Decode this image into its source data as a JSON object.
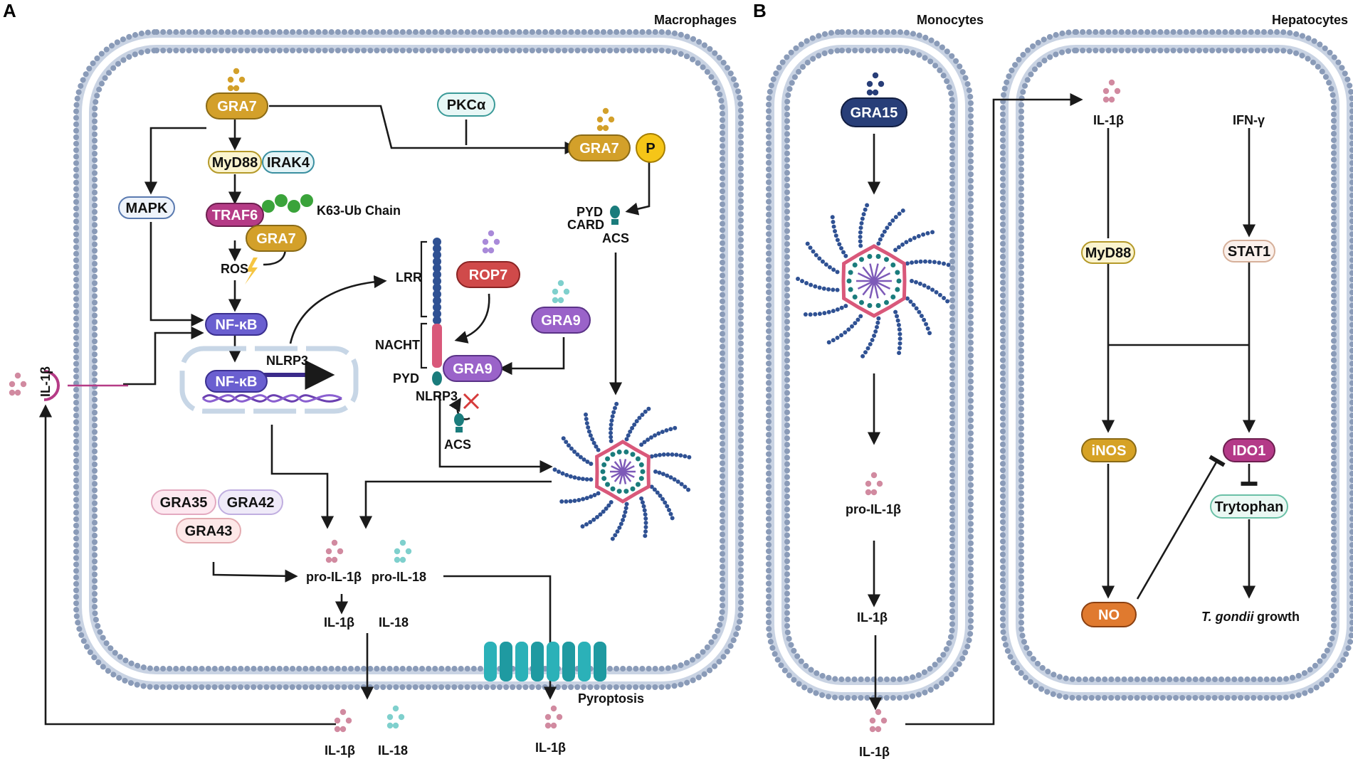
{
  "panels": {
    "a": {
      "letter": "A",
      "cell": "Macrophages"
    },
    "b": {
      "letter": "B",
      "cell_left": "Monocytes",
      "cell_right": "Hepatocytes"
    }
  },
  "nodes": {
    "gra7_top": "GRA7",
    "pkca": "PKCα",
    "gra7_p": "GRA7",
    "phospho": "P",
    "myd88": "MyD88",
    "irak4": "IRAK4",
    "mapk": "MAPK",
    "traf6": "TRAF6",
    "ub": "Ub",
    "k63": "K63-Ub Chain",
    "gra7_bound": "GRA7",
    "ros": "ROS",
    "nfkb_cyto": "NF-κB",
    "nfkb_nuc": "NF-κB",
    "nlrp3_gene": "NLRP3",
    "lrr": "LRR",
    "nacht": "NACHT",
    "pyd_nlrp3": "PYD",
    "nlrp3_label": "NLRP3",
    "rop7": "ROP7",
    "gra9_free": "GRA9",
    "gra9_bound": "GRA9",
    "acs_lower": "ACS",
    "pyd_acs": "PYD",
    "card_acs": "CARD",
    "acs_upper": "ACS",
    "gra35": "GRA35",
    "gra42": "GRA42",
    "gra43": "GRA43",
    "pro_il1b": "pro-IL-1β",
    "pro_il18": "pro-IL-18",
    "il1b_inner": "IL-1β",
    "il18_inner": "IL-18",
    "pyroptosis": "Pyroptosis",
    "il1b_out1": "IL-1β",
    "il18_out": "IL-18",
    "il1b_out2": "IL-1β",
    "il1b_receptor": "IL-1β",
    "gra15": "GRA15",
    "pro_il1b_b": "pro-IL-1β",
    "il1b_b_inner": "IL-1β",
    "il1b_b_out": "IL-1β",
    "il1b_hep": "IL-1β",
    "ifng": "IFN-γ",
    "myd88_hep": "MyD88",
    "stat1": "STAT1",
    "inos": "iNOS",
    "ido1": "IDO1",
    "tryptophan": "Trytophan",
    "no": "NO",
    "tgondii_italic": "T. gondii",
    "growth": "growth"
  },
  "colors": {
    "membrane_head": "#8a9bb8",
    "membrane_tail": "#c9d3e3",
    "gra7": "#d3a02a",
    "traf6": "#b53b86",
    "nfkb": "#6a5fd0",
    "rop7": "#d04a4a",
    "gra9": "#9a63c9",
    "gra15": "#283e78",
    "ub": "#3aa33a",
    "lrr": "#2f5193",
    "nacht": "#d9587a",
    "asc": "#1a7c7c",
    "il1b_dot": "#d18aa0",
    "il18_dot": "#7fd0cd",
    "inos": "#d6a225",
    "ido1": "#b43a88",
    "no": "#e07a2f",
    "channel": "#2bb1b8"
  }
}
